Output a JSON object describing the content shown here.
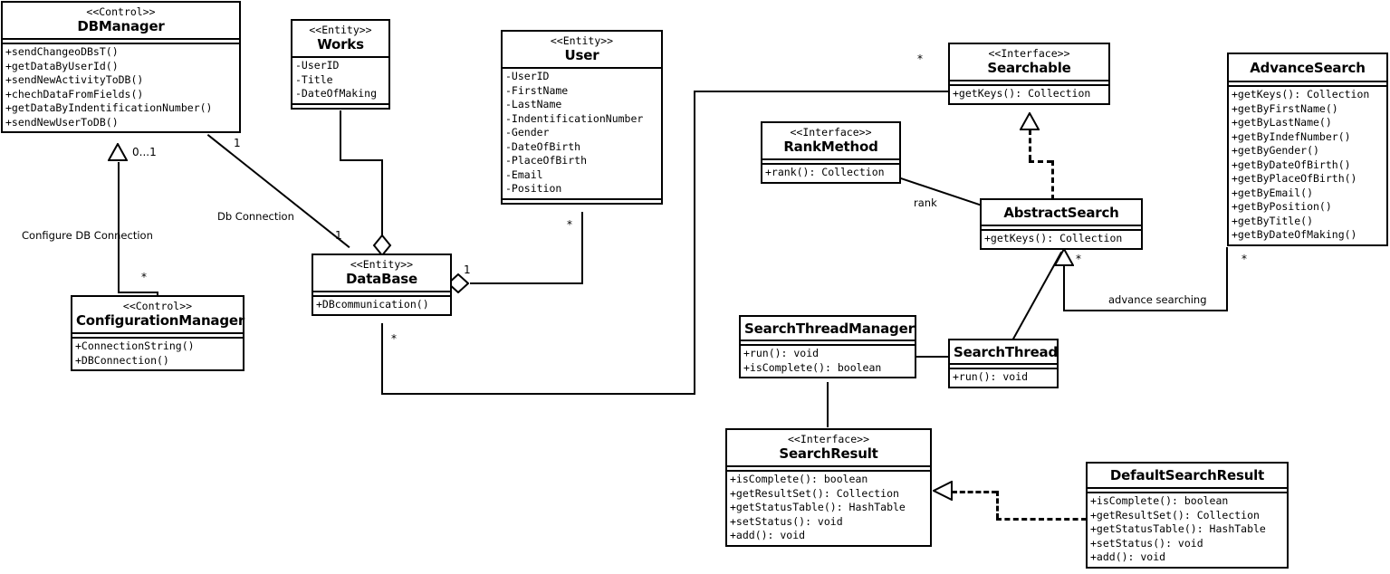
{
  "diagram": {
    "title": "UML Class Diagram",
    "type": "uml-class-diagram",
    "classes": [
      {
        "id": "dbmanager",
        "stereotype": "<<Control>>",
        "name": "DBManager",
        "attributes": [],
        "operations": [
          "+sendChangeoDBsT()",
          "+getDataByUserId()",
          "+sendNewActivityToDB()",
          "+chechDataFromFields()",
          "+getDataByIndentificationNumber()",
          "+sendNewUserToDB()"
        ]
      },
      {
        "id": "works",
        "stereotype": "<<Entity>>",
        "name": "Works",
        "attributes": [
          "-UserID",
          "-Title",
          "-DateOfMaking"
        ],
        "operations": []
      },
      {
        "id": "user",
        "stereotype": "<<Entity>>",
        "name": "User",
        "attributes": [
          "-UserID",
          "-FirstName",
          "-LastName",
          "-IndentificationNumber",
          "-Gender",
          "-DateOfBirth",
          "-PlaceOfBirth",
          "-Email",
          "-Position"
        ],
        "operations": []
      },
      {
        "id": "searchable",
        "stereotype": "<<Interface>>",
        "name": "Searchable",
        "attributes": [],
        "operations": [
          "+getKeys(): Collection"
        ]
      },
      {
        "id": "advancesearch",
        "stereotype": "",
        "name": "AdvanceSearch",
        "attributes": [],
        "operations": [
          "+getKeys(): Collection",
          "+getByFirstName()",
          "+getByLastName()",
          "+getByIndefNumber()",
          "+getByGender()",
          "+getByDateOfBirth()",
          "+getByPlaceOfBirth()",
          "+getByEmail()",
          "+getByPosition()",
          "+getByTitle()",
          "+getByDateOfMaking()"
        ]
      },
      {
        "id": "rankmethod",
        "stereotype": "<<Interface>>",
        "name": "RankMethod",
        "attributes": [],
        "operations": [
          "+rank(): Collection"
        ]
      },
      {
        "id": "abstractsearch",
        "stereotype": "",
        "name": "AbstractSearch",
        "attributes": [],
        "operations": [
          "+getKeys(): Collection"
        ]
      },
      {
        "id": "configurationmanager",
        "stereotype": "<<Control>>",
        "name": "ConfigurationManager",
        "attributes": [],
        "operations": [
          "+ConnectionString()",
          "+DBConnection()"
        ]
      },
      {
        "id": "database",
        "stereotype": "<<Entity>>",
        "name": "DataBase",
        "attributes": [],
        "operations": [
          "+DBcommunication()"
        ]
      },
      {
        "id": "searchthreadmanager",
        "stereotype": "",
        "name": "SearchThreadManager",
        "attributes": [],
        "operations": [
          "+run(): void",
          "+isComplete(): boolean"
        ]
      },
      {
        "id": "searchthread",
        "stereotype": "",
        "name": "SearchThread",
        "attributes": [],
        "operations": [
          "+run(): void"
        ]
      },
      {
        "id": "searchresult",
        "stereotype": "<<Interface>>",
        "name": "SearchResult",
        "attributes": [],
        "operations": [
          "+isComplete(): boolean",
          "+getResultSet(): Collection",
          "+getStatusTable(): HashTable",
          "+setStatus(): void",
          "+add(): void"
        ]
      },
      {
        "id": "defaultsearchresult",
        "stereotype": "",
        "name": "DefaultSearchResult",
        "attributes": [],
        "operations": [
          "+isComplete(): boolean",
          "+getResultSet(): Collection",
          "+getStatusTable(): HashTable",
          "+setStatus(): void",
          "+add(): void"
        ]
      }
    ],
    "edge_labels": {
      "configure_db_connection": "Configure DB Connection",
      "db_connection": "Db Connection",
      "rank": "rank",
      "advance_searching": "advance searching"
    },
    "multiplicities": {
      "dbmanager_generalization": "0...1",
      "dbmanager_dbconn": "1",
      "configurationmanager_star": "*",
      "works_database": "1",
      "database_right": "1",
      "user_star": "*",
      "database_bottom_star": "*",
      "searchable_star": "*",
      "abstractsearch_star": "*",
      "advancesearch_star": "*"
    },
    "colors": {
      "line": "#000000",
      "fill": "#ffffff",
      "text": "#000000"
    }
  }
}
